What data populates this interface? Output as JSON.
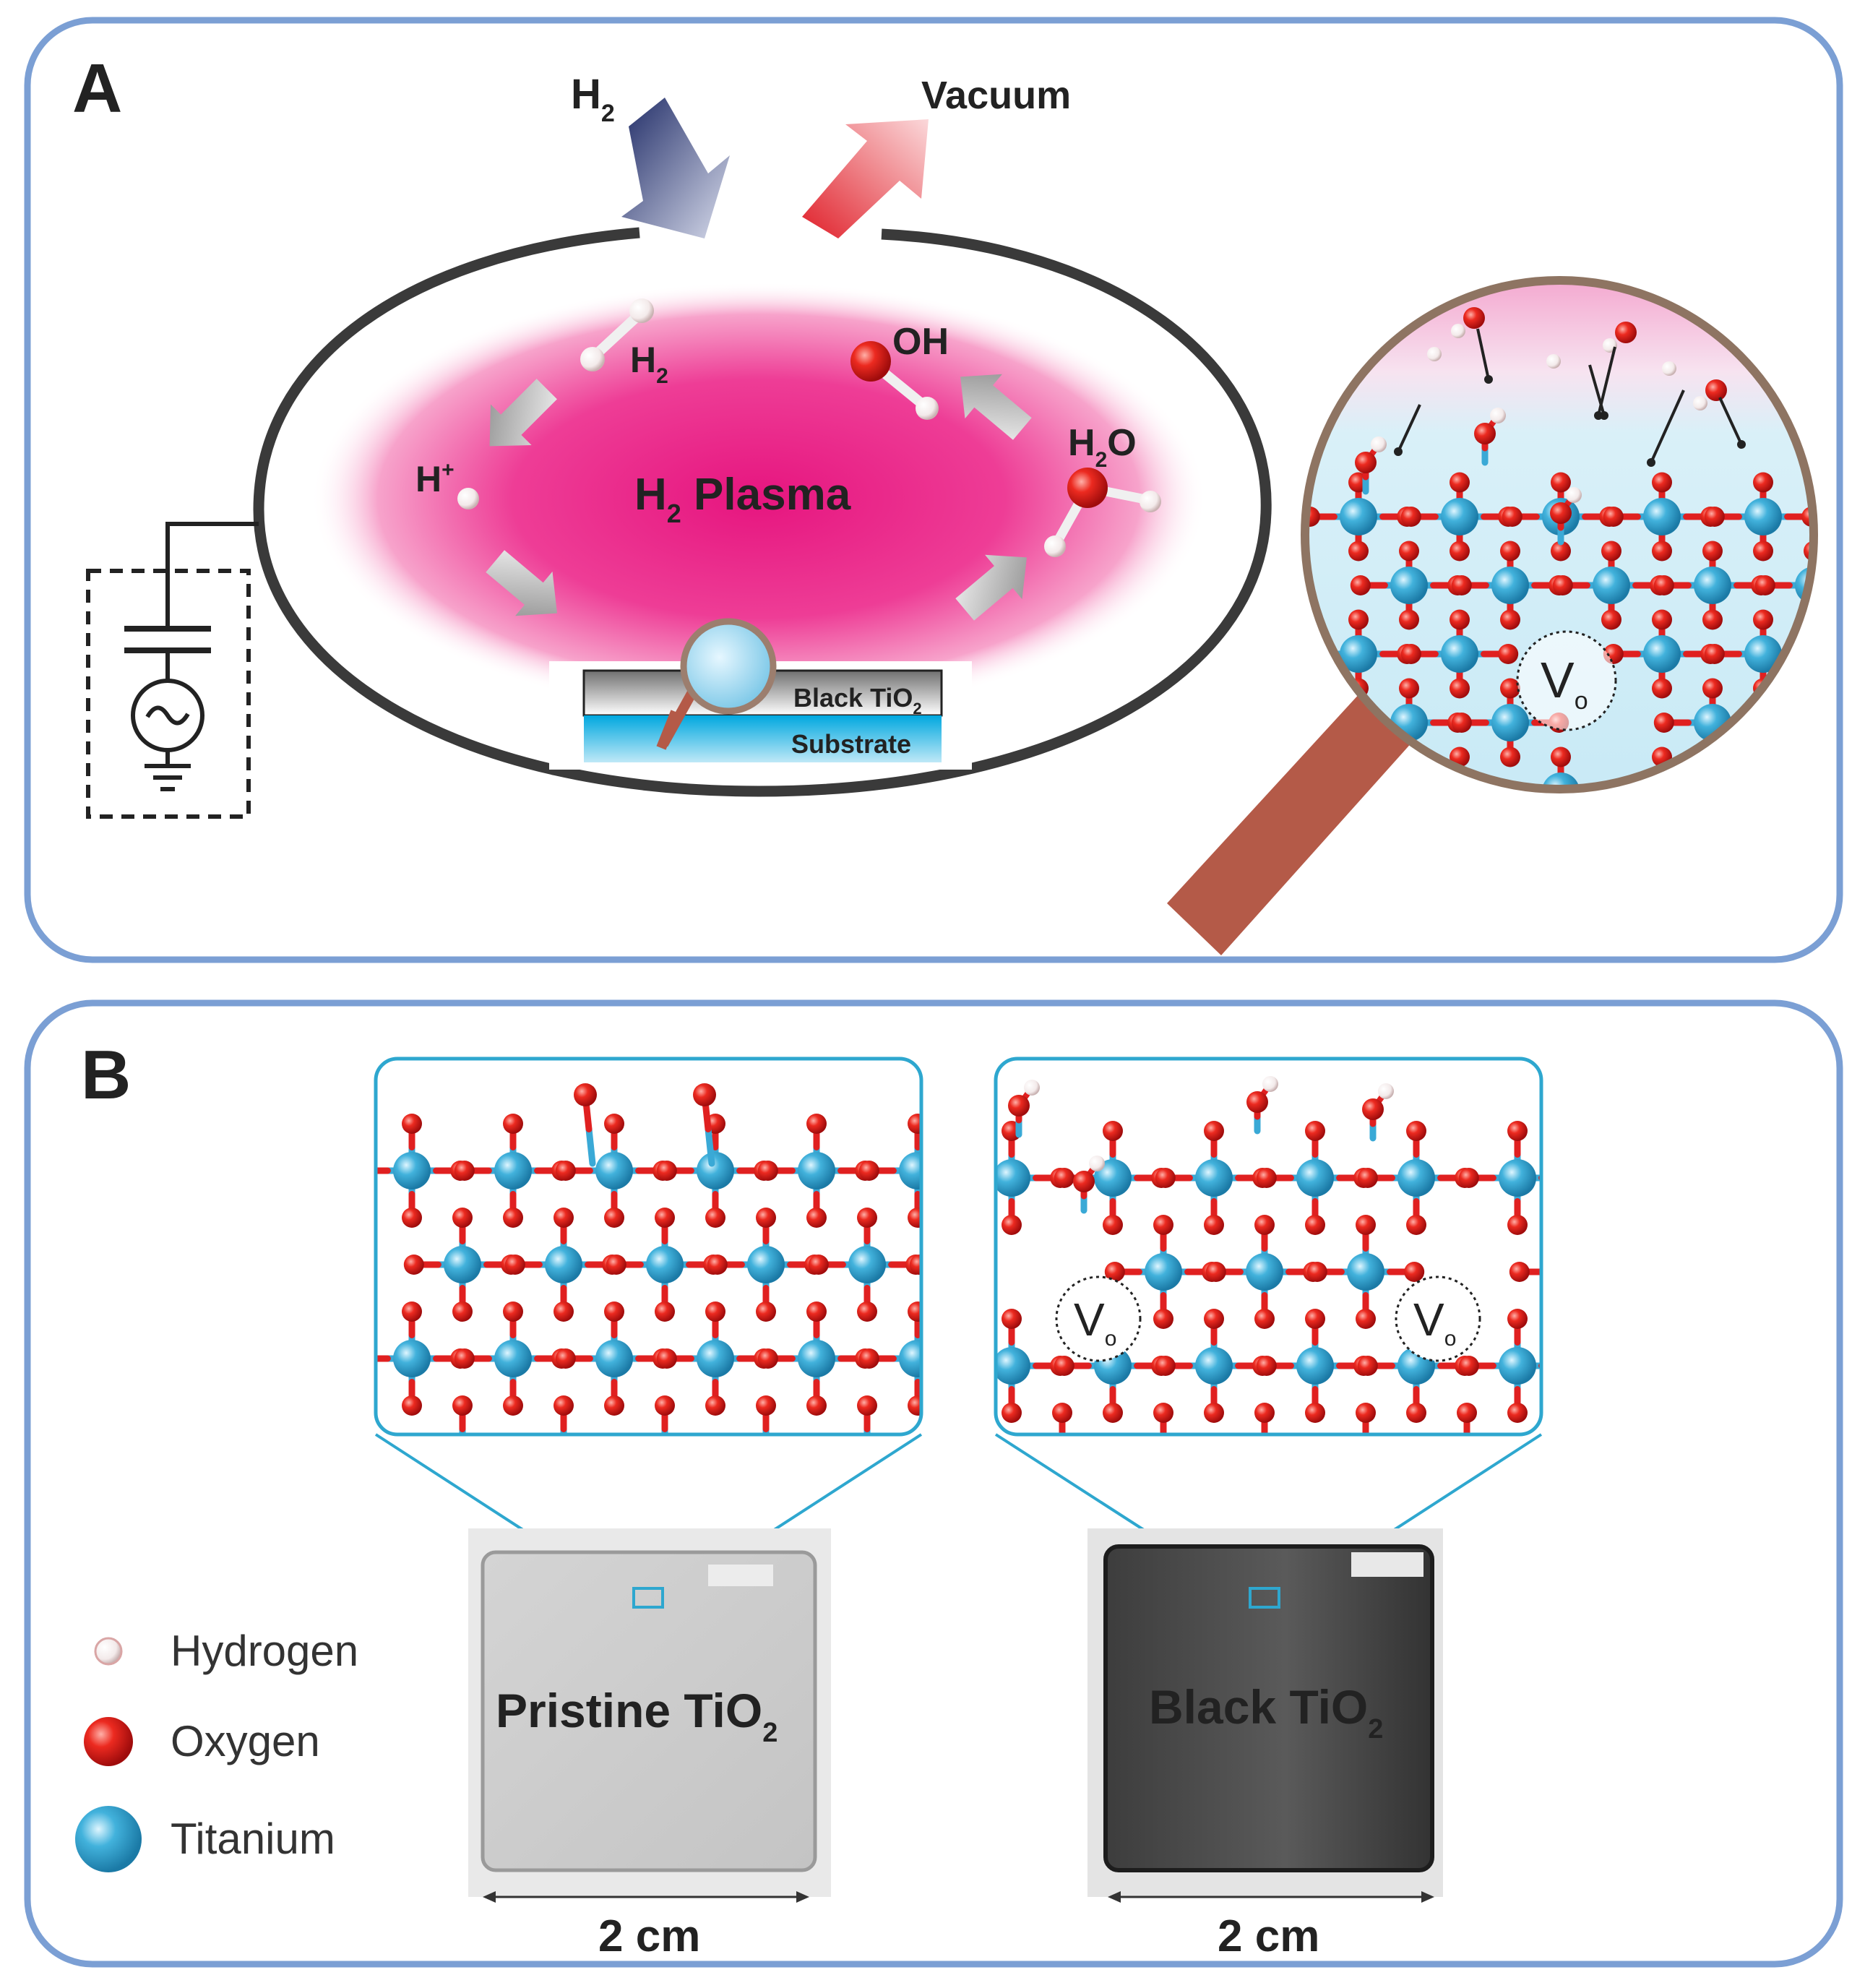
{
  "panel_a": {
    "letter": "A",
    "inlet": {
      "base": "H",
      "sub": "2"
    },
    "outlet": "Vacuum",
    "plasma": {
      "base": "H",
      "sub": "2",
      "rest": " Plasma"
    },
    "h2_molecule": {
      "base": "H",
      "sub": "2"
    },
    "ion": {
      "base": "H",
      "sup": "+"
    },
    "oh": "OH",
    "water": {
      "pre": "H",
      "sub": "2",
      "post": "O"
    },
    "film_layer": {
      "base": "Black TiO",
      "sub": "2"
    },
    "substrate_layer": "Substrate",
    "vacancy": {
      "base": "V",
      "sub": "o"
    }
  },
  "panel_b": {
    "letter": "B",
    "left_sample": {
      "base": "Pristine TiO",
      "sub": "2",
      "scale": "2 cm"
    },
    "right_sample": {
      "base": "Black TiO",
      "sub": "2",
      "scale": "2 cm"
    },
    "vacancy": {
      "base": "V",
      "sub": "o"
    }
  },
  "legend": [
    {
      "label": "Hydrogen",
      "color": "#f4e4e4"
    },
    {
      "label": "Oxygen",
      "color": "#e02020"
    },
    {
      "label": "Titanium",
      "color": "#3aa9d6"
    }
  ],
  "colors": {
    "frame": "#7b9fd4",
    "plasma": "#ec2a8c",
    "oxygen": "#e02020",
    "titanium": "#3aa9d6",
    "handle": "#b45a48",
    "vacuum_text": "#e4303a",
    "h2_text": "#2c3a78"
  }
}
